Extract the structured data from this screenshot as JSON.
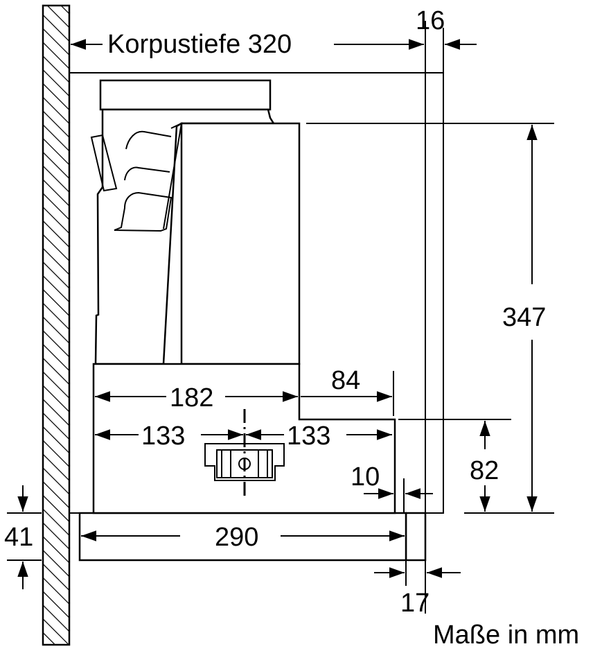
{
  "title": "Korpustiefe 320",
  "unit_note": "Maße in mm",
  "dimensions": {
    "side_panel": "16",
    "height_total": "347",
    "width_upper": "182",
    "step_depth": "84",
    "left_half": "133",
    "right_half": "133",
    "step_height": "82",
    "offset": "10",
    "bottom_depth": "290",
    "bottom_height": "41",
    "front_panel": "17"
  }
}
